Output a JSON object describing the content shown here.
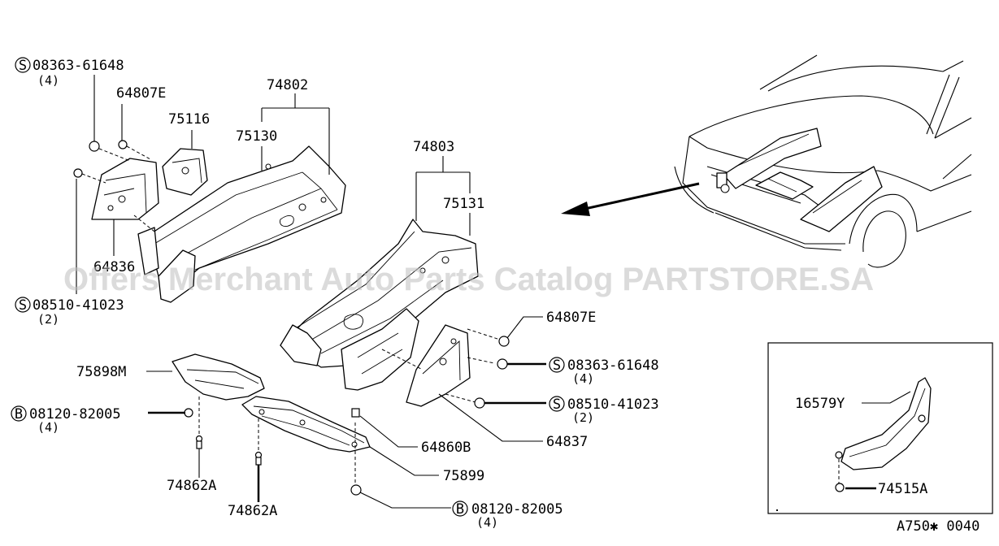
{
  "diagram": {
    "watermark": "Offers Merchant Auto Parts Catalog PARTSTORE.SA",
    "figure_code": "A750✱ 0040",
    "labels": {
      "bolt_s_top_left": "08363-61648",
      "bolt_s_top_left_qty": "(4)",
      "clip_64807e_left": "64807E",
      "part_74802": "74802",
      "part_75116": "75116",
      "part_75130": "75130",
      "part_64836": "64836",
      "bolt_s_mid_left": "08510-41023",
      "bolt_s_mid_left_qty": "(2)",
      "part_74803": "74803",
      "part_75131": "75131",
      "clip_64807e_right": "64807E",
      "bolt_s_right_1": "08363-61648",
      "bolt_s_right_1_qty": "(4)",
      "bolt_s_right_2": "08510-41023",
      "bolt_s_right_2_qty": "(2)",
      "part_64837": "64837",
      "part_64860b": "64860B",
      "part_75898m": "75898M",
      "bolt_b_left": "08120-82005",
      "bolt_b_left_qty": "(4)",
      "part_74862a_1": "74862A",
      "part_74862a_2": "74862A",
      "part_75899": "75899",
      "bolt_b_bottom": "08120-82005",
      "bolt_b_bottom_qty": "(4)",
      "part_16579y": "16579Y",
      "part_74515a": "74515A"
    },
    "symbols": {
      "s_mark": "S",
      "b_mark": "B"
    }
  }
}
